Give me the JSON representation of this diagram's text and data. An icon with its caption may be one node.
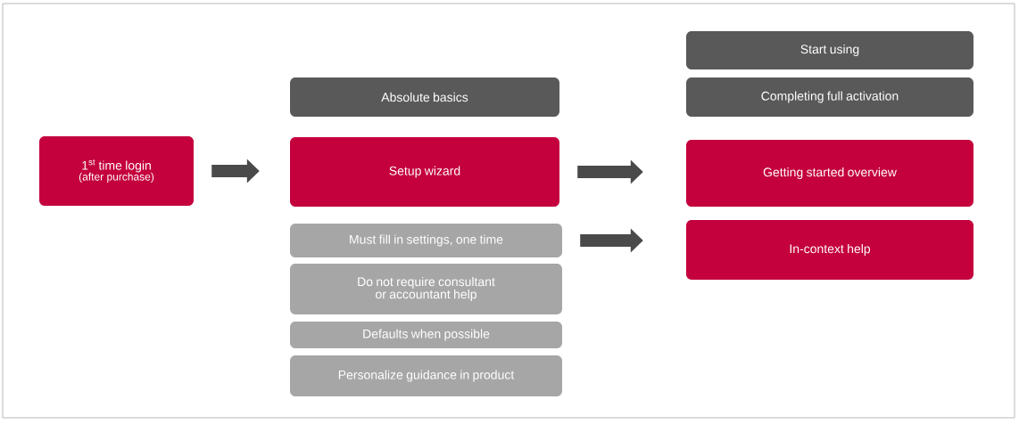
{
  "diagram": {
    "nodes": [
      {
        "text": [
          "1$^{st}$ time login",
          "(after purchase)"
        ]
      },
      {
        "text": [
          "Absolute basics"
        ]
      },
      {
        "text": [
          "Setup wizard"
        ]
      },
      {
        "text": [
          "Must fill in settings, one time"
        ]
      },
      {
        "text": [
          "Do not require consultant or accountant help"
        ]
      },
      {
        "text": [
          "Defaults when possible"
        ]
      },
      {
        "text": [
          "Personalize guidance in product"
        ]
      },
      {
        "text": [
          "Start using"
        ]
      },
      {
        "text": [
          "Completing full activation"
        ]
      },
      {
        "text": [
          "Getting started overview"
        ]
      },
      {
        "text": [
          "In-context help"
        ]
      }
    ],
    "edges": [
      {
        "from": 0,
        "to": 2,
        "arrow": "to"
      },
      {
        "from": 2,
        "to": 9,
        "arrow": "to"
      },
      {
        "from": 3,
        "to": 10,
        "arrow": "to"
      }
    ]
  }
}
